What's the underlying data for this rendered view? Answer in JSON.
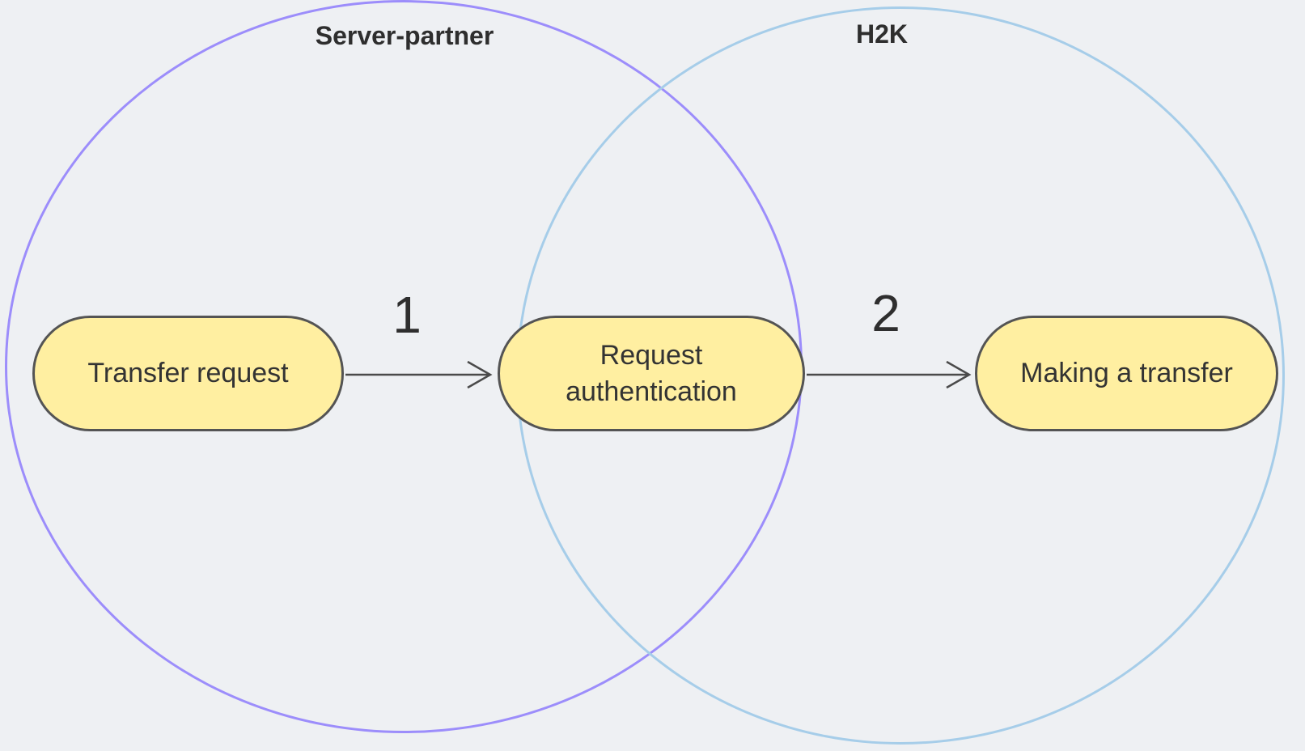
{
  "diagram": {
    "type": "flow-venn-diagram",
    "groups": [
      {
        "label": "Server-partner",
        "stroke": "#9c8dfb"
      },
      {
        "label": "H2K",
        "stroke": "#a6cde9"
      }
    ],
    "nodes": [
      {
        "label": "Transfer request",
        "group": "Server-partner"
      },
      {
        "label": "Request authentication",
        "group": "Server-partner ∩ H2K"
      },
      {
        "label": "Making a transfer",
        "group": "H2K"
      }
    ],
    "arrows": [
      {
        "label": "1",
        "from": "Transfer request",
        "to": "Request authentication"
      },
      {
        "label": "2",
        "from": "Request authentication",
        "to": "Making a transfer"
      }
    ]
  },
  "theme": {
    "background": "#eef0f3",
    "group1_stroke": "#9c8dfb",
    "group2_stroke": "#a6cde9",
    "node_fill": "#ffefa1",
    "node_stroke": "#545454",
    "arrow_color": "#4a4a4a",
    "text_color": "#333333"
  }
}
